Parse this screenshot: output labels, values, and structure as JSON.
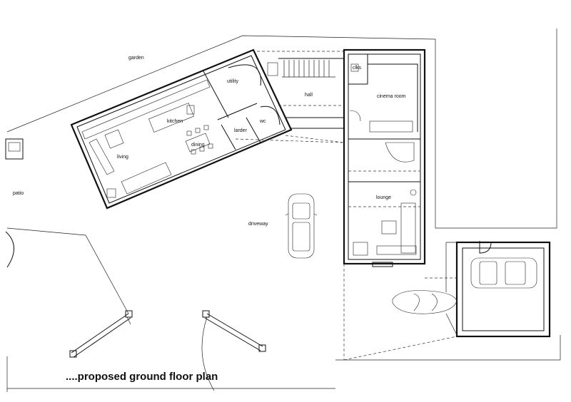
{
  "plan": {
    "title": "....proposed ground floor plan",
    "rooms": {
      "garden": "garden",
      "patio": "patio",
      "driveway": "driveway",
      "utility": "utility",
      "hall": "hall",
      "clks": "clks",
      "cinema_room": "cinema room",
      "kitchen": "kitchen",
      "dining": "dining",
      "living": "living",
      "larder": "larder",
      "wc": "wc",
      "lounge": "lounge"
    }
  }
}
